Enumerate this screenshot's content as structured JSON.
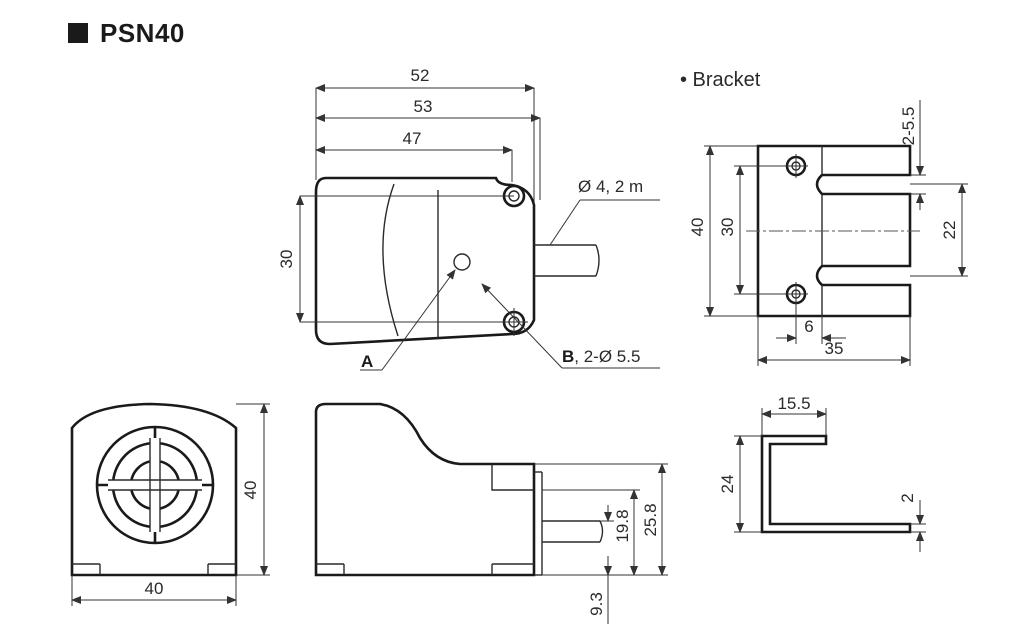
{
  "title": "PSN40",
  "bracket_label": "• Bracket",
  "top_view": {
    "dim_52": "52",
    "dim_53": "53",
    "dim_47": "47",
    "dim_30": "30",
    "cable": "Ø 4, 2 m",
    "label_a": "A",
    "label_b": "B",
    "label_b_suffix": ", 2-Ø 5.5"
  },
  "front_view": {
    "dim_40_h": "40",
    "dim_40_w": "40"
  },
  "side_view": {
    "dim_25_8": "25.8",
    "dim_19_8": "19.8",
    "dim_9_3": "9.3"
  },
  "bracket_top": {
    "dim_2_5_5": "2-5.5",
    "dim_40": "40",
    "dim_30": "30",
    "dim_22": "22",
    "dim_6": "6",
    "dim_35": "35"
  },
  "bracket_side": {
    "dim_15_5": "15.5",
    "dim_24": "24",
    "dim_2": "2"
  }
}
